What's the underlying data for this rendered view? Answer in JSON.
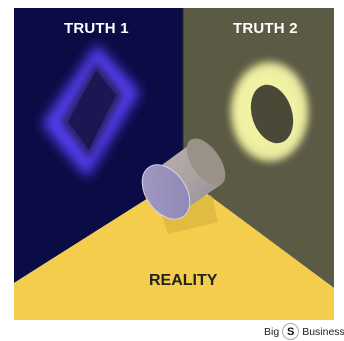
{
  "labels": {
    "truth1": "TRUTH 1",
    "truth2": "TRUTH 2",
    "reality": "REALITY"
  },
  "brand": {
    "left": "Big",
    "logo": "S",
    "right": "Business"
  },
  "colors": {
    "left_wall": "#0b0c45",
    "right_wall": "#5b5a44",
    "floor": "#f4cd4c",
    "blue_glow": "#4b3cff",
    "yellow_glow": "#f2f29a"
  }
}
